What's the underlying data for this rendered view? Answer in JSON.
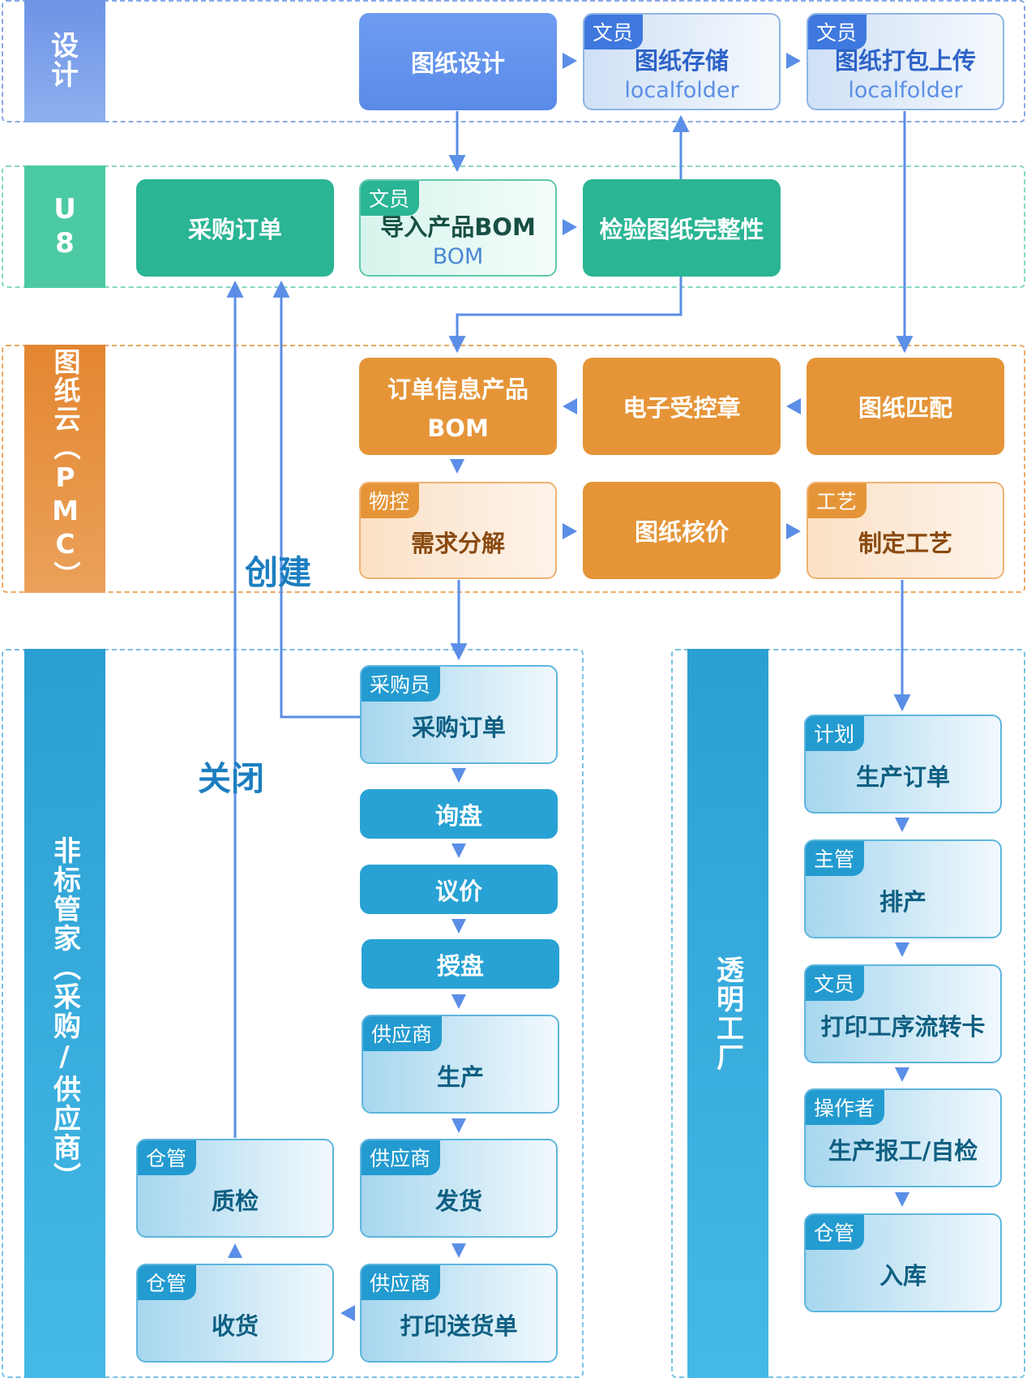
{
  "lanes": {
    "design": {
      "label": "设计",
      "color": "#7d9fe8",
      "border": "#8aa9e8"
    },
    "u8": {
      "label": "U8",
      "color": "#4ccaa3",
      "border": "#86d7c6"
    },
    "pmc": {
      "label": "图纸云（PMC）",
      "color": "#e6913a",
      "border": "#eaa963"
    },
    "nonstd": {
      "label": "非标管家（采购/供应商）",
      "color": "#2ea6d7",
      "border": "#78c3e3"
    },
    "factory": {
      "label": "透明工厂",
      "color": "#2ea6d7",
      "border": "#78c3e3"
    }
  },
  "nodes": {
    "drawing_design": {
      "main": "图纸设计"
    },
    "drawing_storage": {
      "tag": "文员",
      "main": "图纸存储",
      "sub": "localfolder"
    },
    "drawing_pack_upload": {
      "tag": "文员",
      "main": "图纸打包上传",
      "sub": "localfolder"
    },
    "u8_purchase_order": {
      "main": "采购订单"
    },
    "import_bom": {
      "tag": "文员",
      "main": "导入产品BOM",
      "sub": "BOM"
    },
    "check_integrity": {
      "main": "检验图纸完整性"
    },
    "order_info_bom": {
      "main1": "订单信息产品",
      "main2": "BOM"
    },
    "e_stamp": {
      "main": "电子受控章"
    },
    "drawing_match": {
      "main": "图纸匹配"
    },
    "demand_breakdown": {
      "tag": "物控",
      "main": "需求分解"
    },
    "drawing_pricing": {
      "main": "图纸核价"
    },
    "make_process": {
      "tag": "工艺",
      "main": "制定工艺"
    },
    "buyer_purchase_order": {
      "tag": "采购员",
      "main": "采购订单"
    },
    "inquiry": {
      "main": "询盘"
    },
    "negotiation": {
      "main": "议价"
    },
    "award": {
      "main": "授盘"
    },
    "supplier_production": {
      "tag": "供应商",
      "main": "生产"
    },
    "supplier_shipping": {
      "tag": "供应商",
      "main": "发货"
    },
    "supplier_print_delivery": {
      "tag": "供应商",
      "main": "打印送货单"
    },
    "warehouse_qc": {
      "tag": "仓管",
      "main": "质检"
    },
    "warehouse_receive": {
      "tag": "仓管",
      "main": "收货"
    },
    "plan_production_order": {
      "tag": "计划",
      "main": "生产订单"
    },
    "supervisor_schedule": {
      "tag": "主管",
      "main": "排产"
    },
    "clerk_print_card": {
      "tag": "文员",
      "main": "打印工序流转卡"
    },
    "operator_report": {
      "tag": "操作者",
      "main": "生产报工/自检"
    },
    "warehouse_storage": {
      "tag": "仓管",
      "main": "入库"
    }
  },
  "labels": {
    "create": "创建",
    "close": "关闭"
  },
  "colors": {
    "arrow": "#5b8ee6",
    "label_blue": "#1c7ec0"
  }
}
